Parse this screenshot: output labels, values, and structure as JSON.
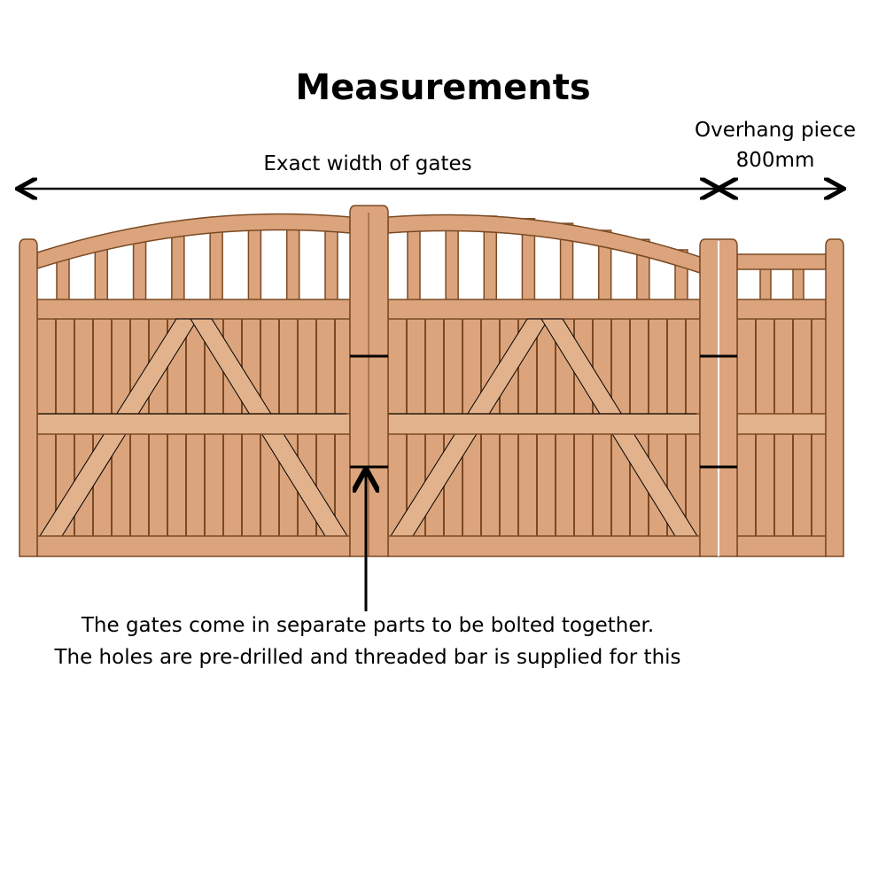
{
  "title": "Measurements",
  "width_label": "Exact width of gates",
  "overhang": {
    "label": "Overhang piece",
    "size": "800mm"
  },
  "note": {
    "line1": "The gates come in separate parts to be bolted together.",
    "line2": "The holes are pre-drilled and threaded bar is supplied for this"
  },
  "colors": {
    "wood": "#dba47c",
    "wood_light": "#e2b28c",
    "groove": "#7a4a24",
    "line": "#000000"
  }
}
